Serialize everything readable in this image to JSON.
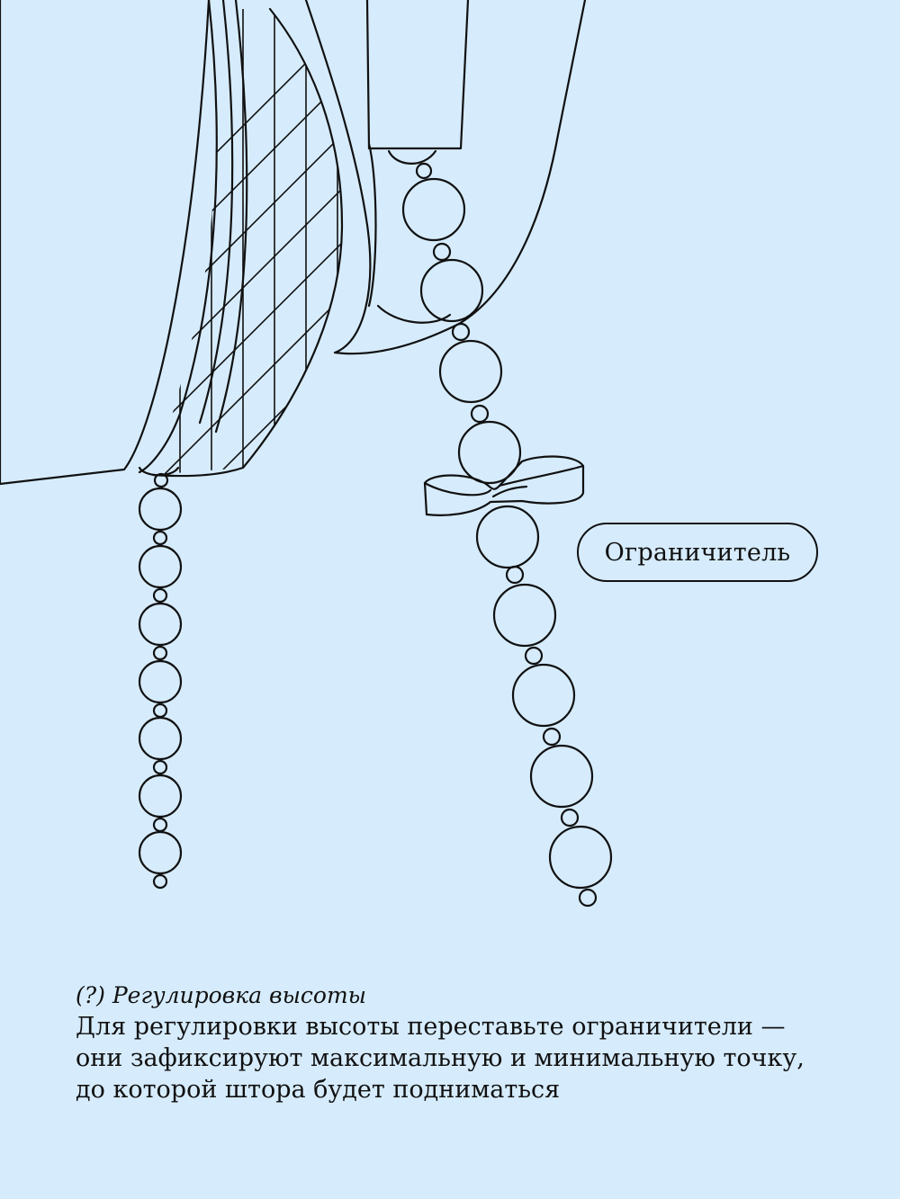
{
  "callout": {
    "label": "Ограничитель"
  },
  "caption": {
    "title": "(?) Регулировка высоты",
    "body": "Для регулировки высоты переставьте ограничители — они зафиксируют максимальную и минимальную точку, до которой штора будет подниматься"
  },
  "colors": {
    "background": "#d6ecfd",
    "stroke": "#111111"
  },
  "icons": {
    "illustration": "roller-blind-chain-mechanism",
    "stopper": "chain-stopper"
  }
}
